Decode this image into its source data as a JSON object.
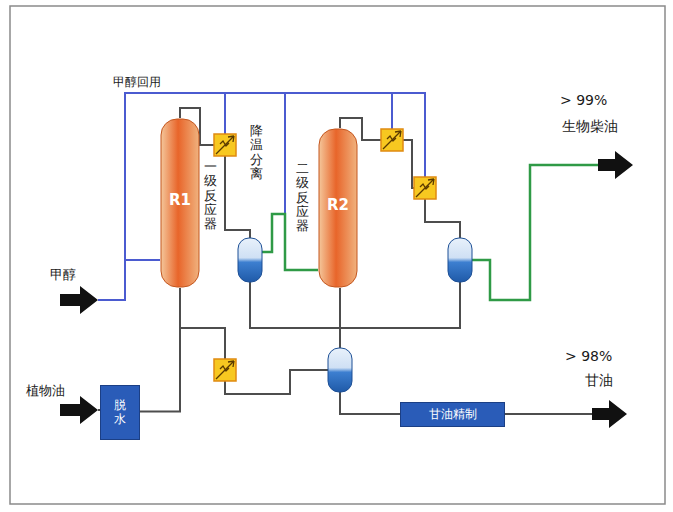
{
  "diagram": {
    "nodes": [
      {
        "text": [
          "R1",
          "一级反应器"
        ]
      },
      {
        "text": [
          "R2",
          "二级反应器"
        ]
      },
      {
        "text": [
          "脱水"
        ]
      },
      {
        "text": [
          "甘油精制"
        ]
      }
    ],
    "edges": [
      {
        "from": 2,
        "to": 0,
        "arrow": "none"
      }
    ],
    "labels": [
      "甲醇回用",
      "甲醇",
      "植物油",
      "降温分离",
      "> 99%",
      "生物柴油",
      "> 98%",
      "甘油"
    ]
  }
}
